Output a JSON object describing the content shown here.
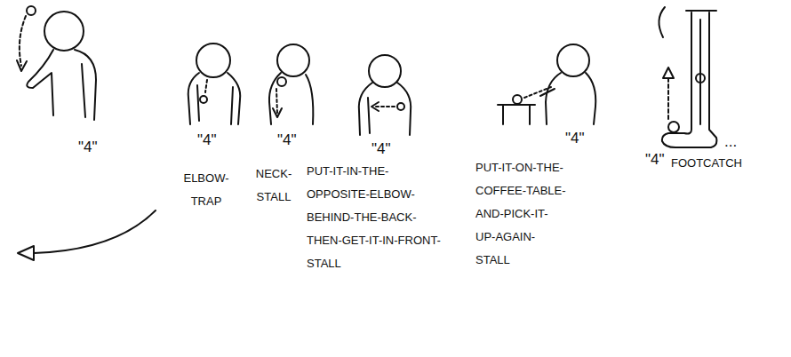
{
  "diagram": {
    "labels": [
      "\"4\"",
      "\"4\"",
      "\"4\"",
      "\"4\"",
      "\"4\"",
      "\"4\"",
      "FOOTCATCH",
      "...",
      "ELBOW- TRAP",
      "NECK- STALL",
      "PUT-IT-IN-THE- OPPOSITE-ELBOW- BEHIND-THE-BACK- THEN-GET-IT-IN-FRONT- STALL",
      "PUT-IT-ON-THE- COFFEE-TABLE- AND-PICK-IT- UP-AGAIN- STALL"
    ]
  }
}
